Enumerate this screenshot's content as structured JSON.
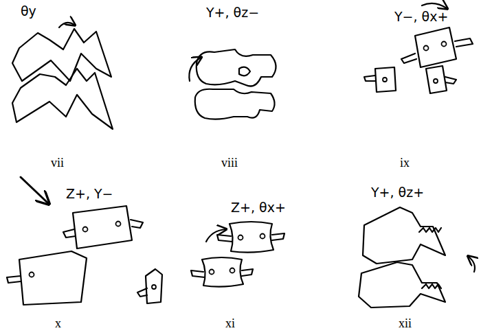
{
  "diagram": {
    "labels": [
      "θy",
      "Y+, θz−",
      "Y−, θx+",
      "vii",
      "viii",
      "ix",
      "Z+, Y−",
      "Z+, θx+",
      "Y+, θz+",
      "x",
      "xi",
      "xii"
    ]
  }
}
